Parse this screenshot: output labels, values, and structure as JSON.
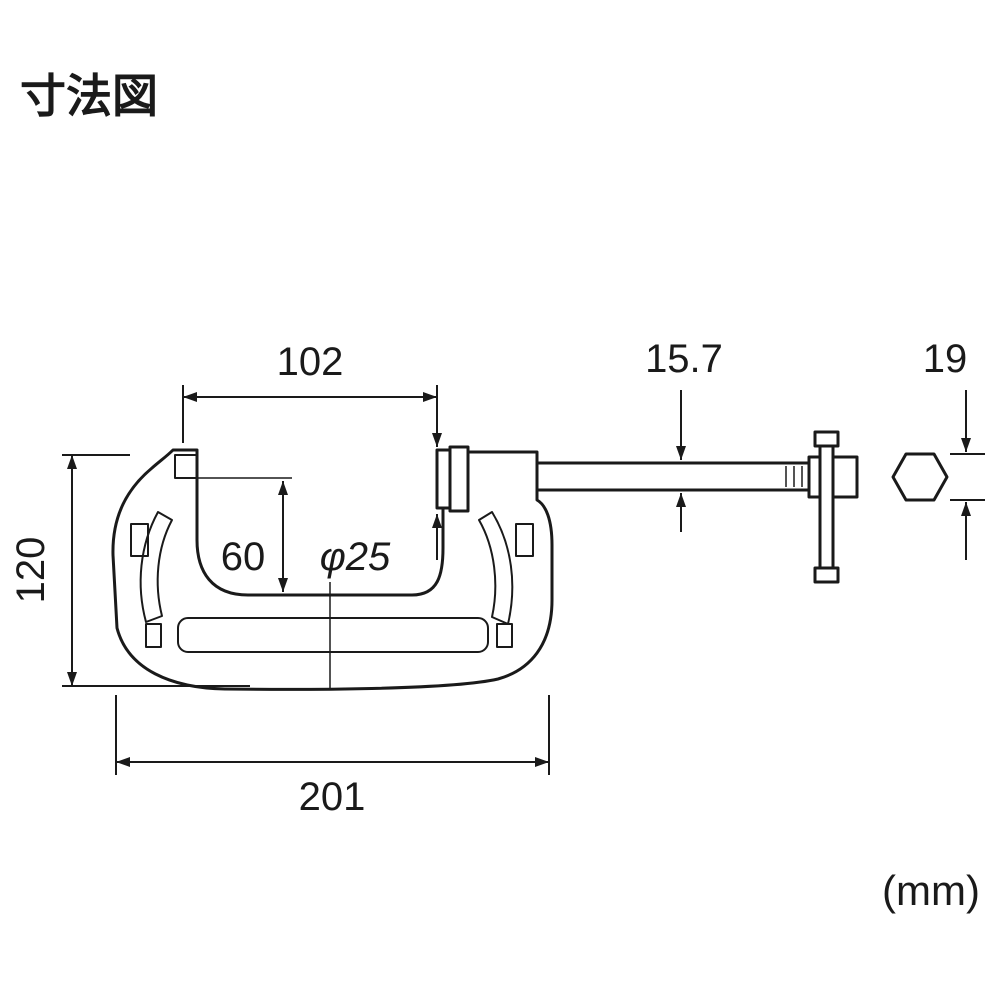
{
  "title": "寸法図",
  "unit_label": "(mm)",
  "drawing": {
    "subject": "c-clamp dimension drawing",
    "dimensions": {
      "opening_width": "102",
      "shaft_diameter": "15.7",
      "hex_size": "19",
      "body_height": "120",
      "throat_depth": "60",
      "pad_diameter": "φ25",
      "body_length": "201"
    }
  },
  "colors": {
    "line": "#1a1a1a",
    "background": "#ffffff"
  }
}
